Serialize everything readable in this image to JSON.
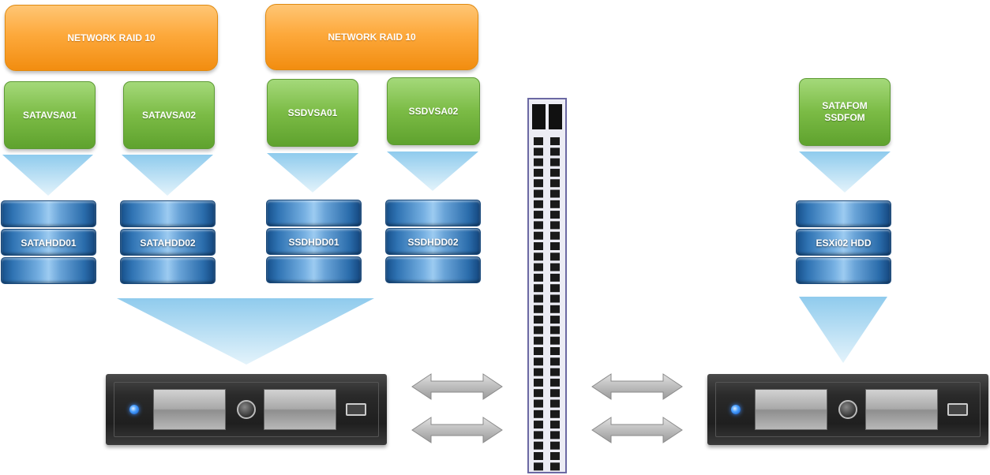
{
  "raid_groups": [
    {
      "label": "NETWORK RAID 10"
    },
    {
      "label": "NETWORK RAID 10"
    }
  ],
  "vsa_nodes": [
    {
      "label": "SATAVSA01"
    },
    {
      "label": "SATAVSA02"
    },
    {
      "label": "SSDVSA01"
    },
    {
      "label": "SSDVSA02"
    },
    {
      "label_line1": "SATAFOM",
      "label_line2": "SSDFOM"
    }
  ],
  "disks": [
    {
      "label": "SATAHDD01"
    },
    {
      "label": "SATAHDD02"
    },
    {
      "label": "SSDHDD01"
    },
    {
      "label": "SSDHDD02"
    },
    {
      "label": "ESXi02 HDD"
    }
  ],
  "colors": {
    "raid_orange": "#fda93c",
    "vsa_green": "#7bbb45",
    "disk_blue": "#2f73b3",
    "funnel_blue": "#a9d8f2",
    "switch_border": "#6b69a3",
    "server_dark": "#2a2a2a",
    "arrow_gray": "#b5b5b5"
  },
  "icons": [
    "raid-group-box",
    "vsa-node-box",
    "disk-stack-icon",
    "funnel-triangle",
    "rack-server-icon",
    "network-switch-icon",
    "bidirectional-arrow-icon"
  ]
}
